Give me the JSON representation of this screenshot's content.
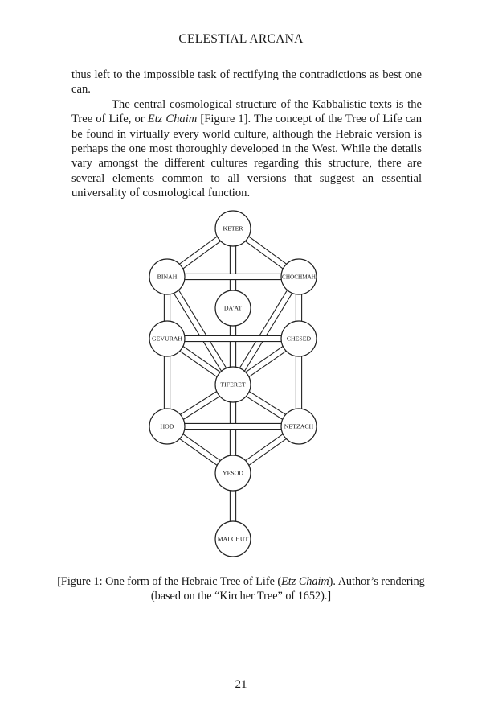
{
  "running_head": "CELESTIAL ARCANA",
  "paragraphs": {
    "p1": "thus left to the impossible task of rectifying the contradictions as best one can.",
    "p2_before_em": "The central cosmological structure of the Kabbalistic texts is the Tree of Life, or ",
    "p2_em": "Etz Chaim",
    "p2_after_em": " [Figure 1]. The concept of the Tree of Life can be found in virtually every world culture, although the Hebraic version is perhaps the one most thoroughly developed in the West. While the details vary amongst the different cultures regarding this structure, there are several elements common to all versions that suggest an essential universality of cosmological function."
  },
  "figure": {
    "sephirot": {
      "keter": "KETER",
      "binah": "BINAH",
      "chochmah": "CHOCHMAH",
      "daat": "DA'AT",
      "gevurah": "GEVURAH",
      "chesed": "CHESED",
      "tiferet": "TIFERET",
      "hod": "HOD",
      "netzach": "NETZACH",
      "yesod": "YESOD",
      "malchut": "MALCHUT"
    }
  },
  "caption": {
    "before_em": "[Figure 1: One form of the Hebraic Tree of Life (",
    "em": "Etz Chaim",
    "after_em": "). Author’s rendering (based on the “Kircher Tree” of 1652).]"
  },
  "page_number": "21"
}
